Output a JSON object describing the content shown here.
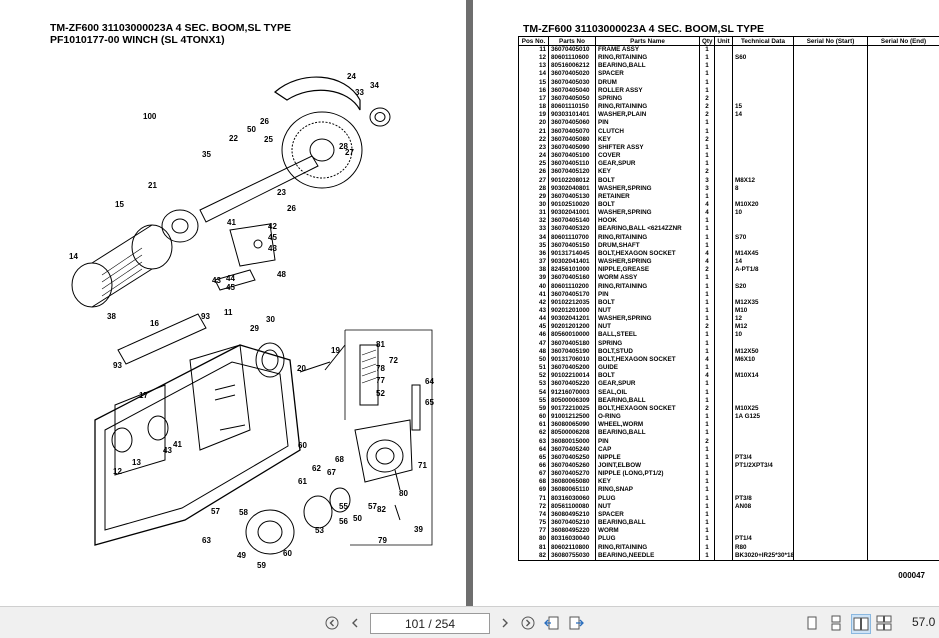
{
  "left_page": {
    "title_line1": "TM-ZF600 31103000023A 4 SEC. BOOM,SL TYPE",
    "title_line2": "PF1010177-00 WINCH (SL 4TONX1)",
    "callouts": [
      "100",
      "24",
      "34",
      "33",
      "50",
      "26",
      "25",
      "35",
      "22",
      "27",
      "28",
      "21",
      "15",
      "23",
      "26",
      "41",
      "42",
      "45",
      "43",
      "14",
      "44",
      "45",
      "48",
      "38",
      "93",
      "16",
      "11",
      "29",
      "30",
      "19",
      "81",
      "72",
      "20",
      "93",
      "17",
      "78",
      "77",
      "52",
      "64",
      "65",
      "39",
      "43",
      "41",
      "13",
      "12",
      "68",
      "67",
      "60",
      "62",
      "71",
      "61",
      "80",
      "57",
      "58",
      "55",
      "56",
      "57",
      "82",
      "53",
      "63",
      "59",
      "60",
      "79",
      "50",
      "49"
    ]
  },
  "right_page": {
    "title": "TM-ZF600 31103000023A 4 SEC. BOOM,SL TYPE",
    "headers": [
      "Pos No.",
      "Parts No",
      "Parts Name",
      "Qty",
      "Unit",
      "Technical Data",
      "Serial No (Start)",
      "Serial No (End)"
    ],
    "rows": [
      [
        "11",
        "36070405010",
        "FRAME ASSY",
        "1",
        "",
        ""
      ],
      [
        "12",
        "80601110600",
        "RING,RITAINING",
        "1",
        "",
        "S60"
      ],
      [
        "13",
        "80516006212",
        "BEARING,BALL",
        "1",
        "",
        ""
      ],
      [
        "14",
        "36070405020",
        "SPACER",
        "1",
        "",
        ""
      ],
      [
        "15",
        "36070405030",
        "DRUM",
        "1",
        "",
        ""
      ],
      [
        "16",
        "36070405040",
        "ROLLER ASSY",
        "1",
        "",
        ""
      ],
      [
        "17",
        "36070405050",
        "SPRING",
        "2",
        "",
        ""
      ],
      [
        "18",
        "80601110150",
        "RING,RITAINING",
        "2",
        "",
        "15"
      ],
      [
        "19",
        "90303101401",
        "WASHER,PLAIN",
        "2",
        "",
        "14"
      ],
      [
        "20",
        "36070405060",
        "PIN",
        "1",
        "",
        ""
      ],
      [
        "21",
        "36070405070",
        "CLUTCH",
        "1",
        "",
        ""
      ],
      [
        "22",
        "36070405080",
        "KEY",
        "2",
        "",
        ""
      ],
      [
        "23",
        "36070405090",
        "SHIFTER ASSY",
        "1",
        "",
        ""
      ],
      [
        "24",
        "36070405100",
        "COVER",
        "1",
        "",
        ""
      ],
      [
        "25",
        "36070405110",
        "GEAR,SPUR",
        "1",
        "",
        ""
      ],
      [
        "26",
        "36070405120",
        "KEY",
        "2",
        "",
        ""
      ],
      [
        "27",
        "90102208012",
        "BOLT",
        "3",
        "",
        "M8X12"
      ],
      [
        "28",
        "90302040801",
        "WASHER,SPRING",
        "3",
        "",
        "8"
      ],
      [
        "29",
        "36070405130",
        "RETAINER",
        "1",
        "",
        ""
      ],
      [
        "30",
        "90102510020",
        "BOLT",
        "4",
        "",
        "M10X20"
      ],
      [
        "31",
        "90302041001",
        "WASHER,SPRING",
        "4",
        "",
        "10"
      ],
      [
        "32",
        "36070405140",
        "HOOK",
        "1",
        "",
        ""
      ],
      [
        "33",
        "36070405320",
        "BEARING,BALL      <6214ZZNR",
        "1",
        "",
        ""
      ],
      [
        "34",
        "80601110700",
        "RING,RITAINING",
        "1",
        "",
        "S70"
      ],
      [
        "35",
        "36070405150",
        "DRUM,SHAFT",
        "1",
        "",
        ""
      ],
      [
        "36",
        "90131714045",
        "BOLT,HEXAGON SOCKET",
        "4",
        "",
        "M14X45"
      ],
      [
        "37",
        "90302041401",
        "WASHER,SPRING",
        "4",
        "",
        "14"
      ],
      [
        "38",
        "82456101000",
        "NIPPLE,GREASE",
        "2",
        "",
        "A-PT1/8"
      ],
      [
        "39",
        "36070405160",
        "WORM ASSY",
        "1",
        "",
        ""
      ],
      [
        "40",
        "80601110200",
        "RING,RITAINING",
        "1",
        "",
        "S20"
      ],
      [
        "41",
        "36070405170",
        "PIN",
        "1",
        "",
        ""
      ],
      [
        "42",
        "90102212035",
        "BOLT",
        "1",
        "",
        "M12X35"
      ],
      [
        "43",
        "90201201000",
        "NUT",
        "1",
        "",
        "M10"
      ],
      [
        "44",
        "90302041201",
        "WASHER,SPRING",
        "1",
        "",
        "12"
      ],
      [
        "45",
        "90201201200",
        "NUT",
        "2",
        "",
        "M12"
      ],
      [
        "46",
        "80560010000",
        "BALL,STEEL",
        "1",
        "",
        "10"
      ],
      [
        "47",
        "36070405180",
        "SPRING",
        "1",
        "",
        ""
      ],
      [
        "48",
        "36070405190",
        "BOLT,STUD",
        "1",
        "",
        "M12X50"
      ],
      [
        "50",
        "90131706010",
        "BOLT,HEXAGON SOCKET",
        "4",
        "",
        "M6X10"
      ],
      [
        "51",
        "36070405200",
        "GUIDE",
        "1",
        "",
        ""
      ],
      [
        "52",
        "90102210014",
        "BOLT",
        "4",
        "",
        "M10X14"
      ],
      [
        "53",
        "36070405220",
        "GEAR,SPUR",
        "1",
        "",
        ""
      ],
      [
        "54",
        "91216070003",
        "SEAL,OIL",
        "1",
        "",
        ""
      ],
      [
        "55",
        "80500006309",
        "BEARING,BALL",
        "1",
        "",
        ""
      ],
      [
        "59",
        "90172210025",
        "BOLT,HEXAGON SOCKET",
        "2",
        "",
        "M10X25"
      ],
      [
        "60",
        "91001212500",
        "O-RING",
        "1",
        "",
        "1A G125"
      ],
      [
        "61",
        "36080065090",
        "WHEEL,WORM",
        "1",
        "",
        ""
      ],
      [
        "62",
        "80500006208",
        "BEARING,BALL",
        "1",
        "",
        ""
      ],
      [
        "63",
        "36080015000",
        "PIN",
        "2",
        "",
        ""
      ],
      [
        "64",
        "36070405240",
        "CAP",
        "1",
        "",
        ""
      ],
      [
        "65",
        "36070405250",
        "NIPPLE",
        "1",
        "",
        "PT3/4"
      ],
      [
        "66",
        "36070405260",
        "JOINT,ELBOW",
        "1",
        "",
        "PT1/2XPT3/4"
      ],
      [
        "67",
        "36070405270",
        "NIPPLE (LONG,PT1/2)",
        "1",
        "",
        ""
      ],
      [
        "68",
        "36080065080",
        "KEY",
        "1",
        "",
        ""
      ],
      [
        "69",
        "36080065110",
        "RING,SNAP",
        "1",
        "",
        ""
      ],
      [
        "71",
        "80316030060",
        "PLUG",
        "1",
        "",
        "PT3/8"
      ],
      [
        "72",
        "80561100080",
        "NUT",
        "1",
        "",
        "AN08"
      ],
      [
        "74",
        "36080495210",
        "SPACER",
        "1",
        "",
        ""
      ],
      [
        "75",
        "36070405210",
        "BEARING,BALL",
        "1",
        "",
        ""
      ],
      [
        "77",
        "36080495220",
        "WORM",
        "1",
        "",
        ""
      ],
      [
        "80",
        "80316030040",
        "PLUG",
        "1",
        "",
        "PT1/4"
      ],
      [
        "81",
        "80602110800",
        "RING,RITAINING",
        "1",
        "",
        "R80"
      ],
      [
        "82",
        "36080755030",
        "BEARING,NEEDLE",
        "1",
        "",
        "BK3020+IR25*30*18"
      ]
    ],
    "page_code": "000047"
  },
  "statusbar": {
    "page_display": "101 / 254",
    "zoom": "57.0"
  }
}
